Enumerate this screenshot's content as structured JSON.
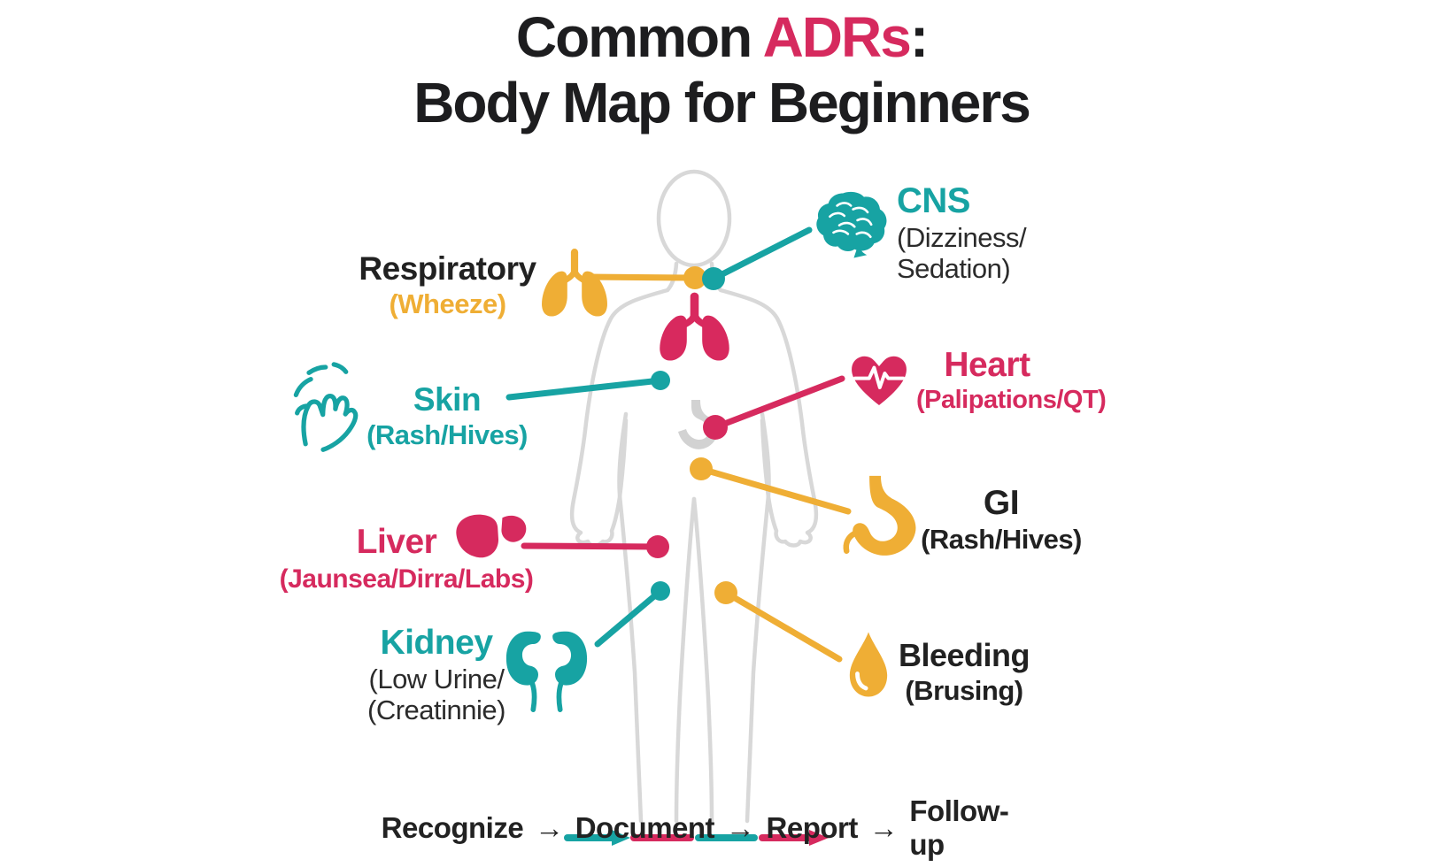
{
  "title": {
    "prefix": "Common ",
    "highlight": "ADRs",
    "suffix": ":",
    "line2": "Body Map for Beginners"
  },
  "callouts": {
    "respiratory": {
      "label": "Respiratory",
      "sub": "(Wheeze)",
      "icon": "lungs-icon"
    },
    "cns": {
      "label": "CNS",
      "sub_line1": "(Dizziness/",
      "sub_line2": "Sedation)",
      "icon": "brain-icon"
    },
    "skin": {
      "label": "Skin",
      "sub": "(Rash/Hives)",
      "icon": "scratching-hand-icon"
    },
    "heart": {
      "label": "Heart",
      "sub": "(Palipations/QT)",
      "icon": "heart-ecg-icon"
    },
    "liver": {
      "label": "Liver",
      "sub": "(Jaunsea/Dirra/Labs)",
      "icon": "liver-icon"
    },
    "gi": {
      "label": "GI",
      "sub": "(Rash/Hives)",
      "icon": "stomach-icon"
    },
    "kidney": {
      "label": "Kidney",
      "sub_line1": "(Low Urine/",
      "sub_line2": "(Creatinnie)",
      "icon": "kidneys-icon"
    },
    "bleeding": {
      "label": "Bleeding",
      "sub": "(Brusing)",
      "icon": "blood-drop-icon"
    }
  },
  "flow": {
    "steps": [
      "Recognize",
      "Document",
      "Report",
      "Follow-up"
    ],
    "arrow": "→"
  },
  "colors": {
    "teal": "#17a3a3",
    "pink": "#d62a5e",
    "yellow": "#efae35",
    "ink": "#212121",
    "silhouette": "#d8d8d8",
    "stomach_gray": "#d2d2d2"
  }
}
